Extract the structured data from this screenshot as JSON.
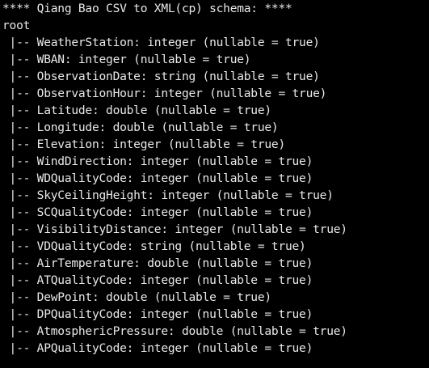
{
  "terminal": {
    "background": "#000000",
    "foreground": "#e8e8e8",
    "header": "**** Qiang Bao CSV to XML(cp) schema: ****",
    "root": "root",
    "lines": [
      " |-- WeatherStation: integer (nullable = true)",
      " |-- WBAN: integer (nullable = true)",
      " |-- ObservationDate: string (nullable = true)",
      " |-- ObservationHour: integer (nullable = true)",
      " |-- Latitude: double (nullable = true)",
      " |-- Longitude: double (nullable = true)",
      " |-- Elevation: integer (nullable = true)",
      " |-- WindDirection: integer (nullable = true)",
      " |-- WDQualityCode: integer (nullable = true)",
      " |-- SkyCeilingHeight: integer (nullable = true)",
      " |-- SCQualityCode: integer (nullable = true)",
      " |-- VisibilityDistance: integer (nullable = true)",
      " |-- VDQualityCode: string (nullable = true)",
      " |-- AirTemperature: double (nullable = true)",
      " |-- ATQualityCode: integer (nullable = true)",
      " |-- DewPoint: double (nullable = true)",
      " |-- DPQualityCode: integer (nullable = true)",
      " |-- AtmosphericPressure: double (nullable = true)",
      " |-- APQualityCode: integer (nullable = true)"
    ]
  }
}
